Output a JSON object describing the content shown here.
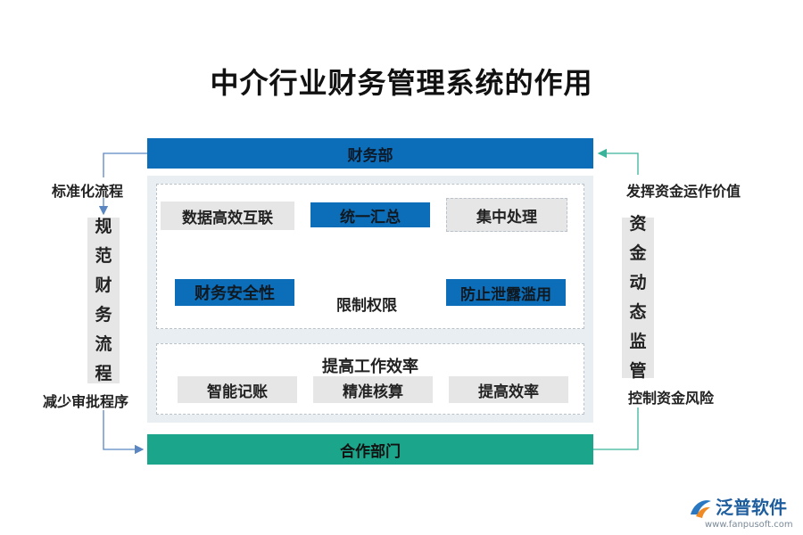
{
  "title": "中介行业财务管理系统的作用",
  "top_bar": "财务部",
  "bottom_bar": "合作部门",
  "left": {
    "top_label": "标准化流程",
    "vertical": [
      "规",
      "范",
      "财",
      "务",
      "流",
      "程"
    ],
    "bottom_label": "减少审批程序"
  },
  "right": {
    "top_label": "发挥资金运作价值",
    "vertical": [
      "资",
      "金",
      "动",
      "态",
      "监",
      "管"
    ],
    "bottom_label": "控制资金风险"
  },
  "flow": {
    "data_link": "数据高效互联",
    "unify": "统一汇总",
    "centralize": "集中处理",
    "security": "财务安全性",
    "limit": "限制权限",
    "prevent": "防止泄露滥用"
  },
  "efficiency": {
    "heading": "提高工作效率",
    "items": [
      "智能记账",
      "精准核算",
      "提高效率"
    ]
  },
  "logo": {
    "name": "泛普软件",
    "url": "www.fanpusoft.com"
  },
  "colors": {
    "blue": "#0c6eb9",
    "green": "#1ba68b",
    "grey_box": "#e6e6e6"
  }
}
